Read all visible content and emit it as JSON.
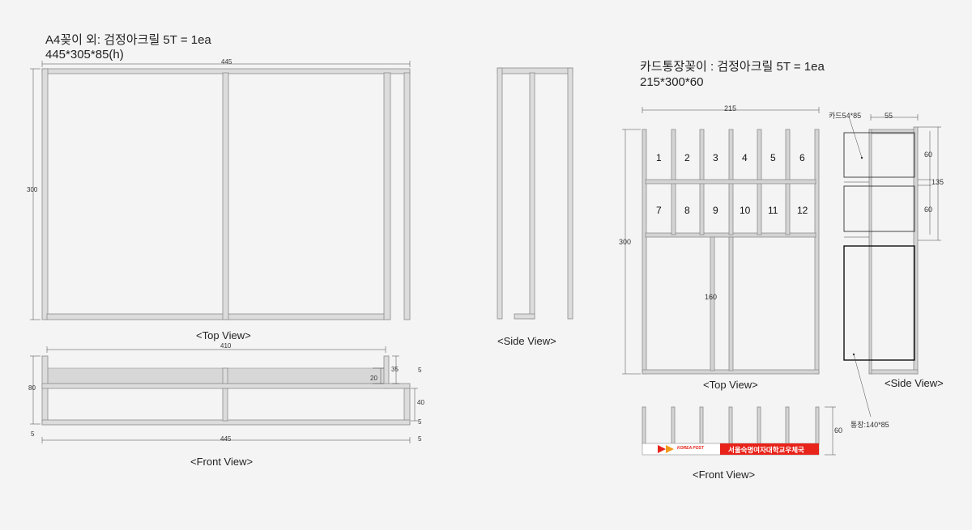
{
  "a4": {
    "title_line1": "A4꽂이 외: 검정아크릴 5T = 1ea",
    "title_line2": "445*305*85(h)",
    "top_view_label": "<Top View>",
    "front_view_label": "<Front View>",
    "side_view_label": "<Side View>",
    "dims": {
      "top_width": "445",
      "top_height": "300",
      "front_inner_width": "410",
      "front_total_width": "445",
      "front_height": "80",
      "front_shelf": "35",
      "front_lower": "40",
      "front_inner": "20",
      "front_edge_right_top": "5",
      "front_edge_left": "5",
      "front_edge_right": "5",
      "front_edge_right2": "5"
    }
  },
  "card": {
    "title_line1": "카드통장꽂이 : 검정아크릴 5T = 1ea",
    "title_line2": "215*300*60",
    "top_view_label": "<Top View>",
    "side_view_label": "<Side View>",
    "front_view_label": "<Front View>",
    "slots": [
      "1",
      "2",
      "3",
      "4",
      "5",
      "6",
      "7",
      "8",
      "9",
      "10",
      "11",
      "12"
    ],
    "dims": {
      "width": "215",
      "height": "300",
      "lower_height": "160",
      "side_width": "55",
      "side_top": "60",
      "side_mid": "135",
      "side_bottom": "60",
      "front_height": "60"
    },
    "labels": {
      "card_size": "카드54*85",
      "bankbook_size": "통장:140*85"
    },
    "brand": {
      "korea_post": "KOREA POST",
      "office": "서울숙명여자대학교우체국",
      "color": "#e8231a"
    }
  }
}
